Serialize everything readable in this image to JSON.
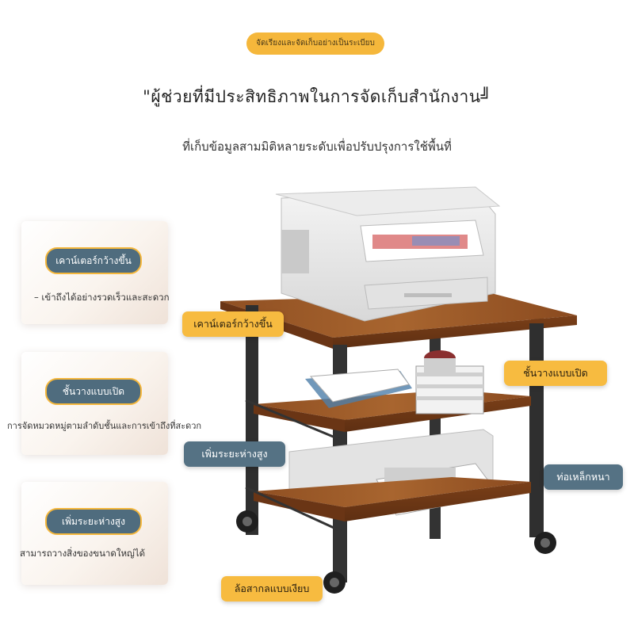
{
  "header": {
    "badge": "จัดเรียงและจัดเก็บอย่างเป็นระเบียบ",
    "headline": "\"ผู้ช่วยที่มีประสิทธิภาพในการจัดเก็บสำนักงาน╝",
    "subtitle": "ที่เก็บข้อมูลสามมิติหลายระดับเพื่อปรับปรุงการใช้พื้นที่"
  },
  "cards": [
    {
      "title": "เคาน์เตอร์กว้างขึ้น",
      "text": "– เข้าถึงได้อย่างรวดเร็วและสะดวก"
    },
    {
      "title": "ชั้นวางแบบเปิด",
      "text": "การจัดหมวดหมู่ตามลำดับชั้นและการเข้าถึงที่สะดวก"
    },
    {
      "title": "เพิ่มระยะห่างสูง",
      "text": "สามารถวางสิ่งของขนาดใหญ่ได้"
    }
  ],
  "callouts": {
    "wider_counter": "เคาน์เตอร์กว้างขึ้น",
    "open_shelf": "ชั้นวางแบบเปิด",
    "height_spacing": "เพิ่มระยะห่างสูง",
    "thick_steel": "ท่อเหล็กหนา",
    "silent_wheels": "ล้อสากลแบบเงียบ"
  },
  "colors": {
    "accent_yellow": "#f7bb40",
    "accent_blue": "#557284",
    "wood": "#9a5a2a",
    "steel": "#3d3d3d"
  },
  "icons": [
    "printer-icon",
    "wheel-icon"
  ]
}
